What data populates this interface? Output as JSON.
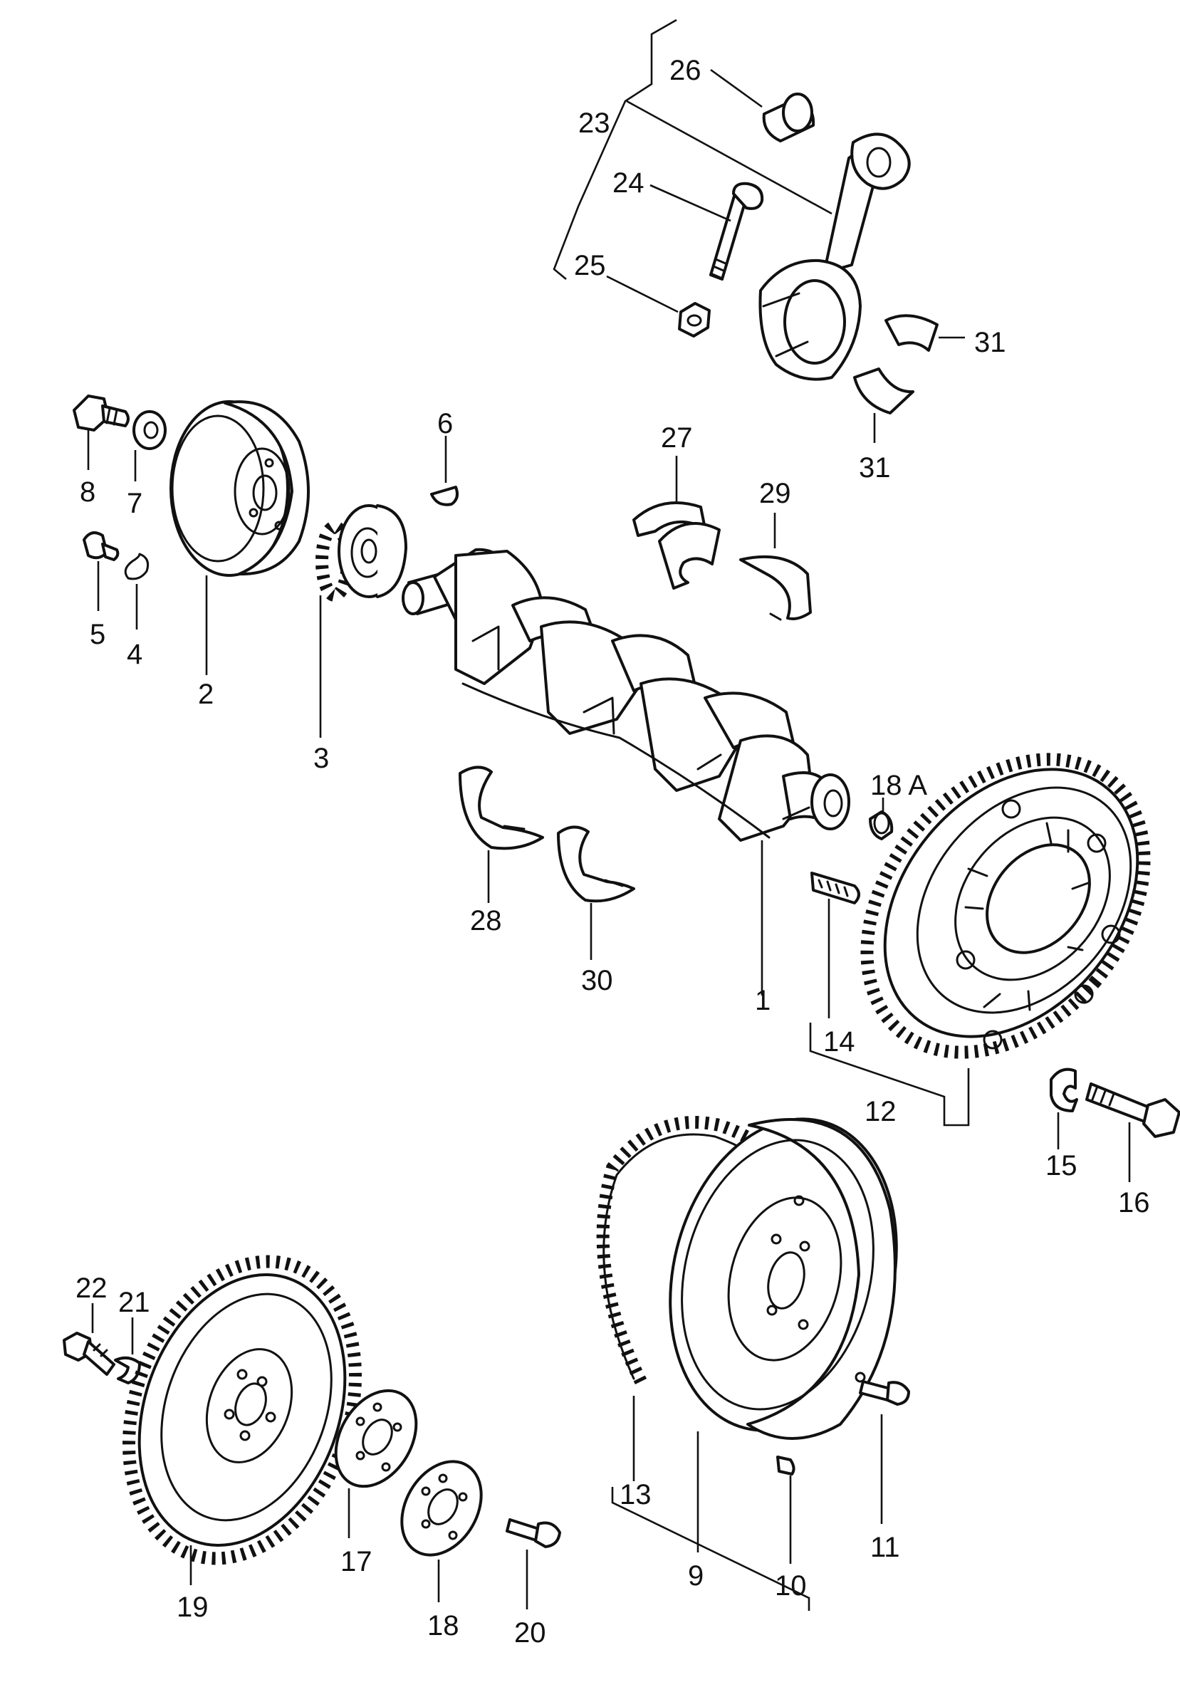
{
  "labels": {
    "p1": "1",
    "p2": "2",
    "p3": "3",
    "p4": "4",
    "p5": "5",
    "p6": "6",
    "p7": "7",
    "p8": "8",
    "p9": "9",
    "p10": "10",
    "p11": "11",
    "p12": "12",
    "p13": "13",
    "p14": "14",
    "p15": "15",
    "p16": "16",
    "p17": "17",
    "p18": "18",
    "p18a": "18 A",
    "p19": "19",
    "p20": "20",
    "p21": "21",
    "p22": "22",
    "p23": "23",
    "p24": "24",
    "p25": "25",
    "p26": "26",
    "p27": "27",
    "p28": "28",
    "p29": "29",
    "p30": "30",
    "p31a": "31",
    "p31b": "31"
  },
  "colors": {
    "ink": "#111111",
    "paper": "#ffffff"
  }
}
